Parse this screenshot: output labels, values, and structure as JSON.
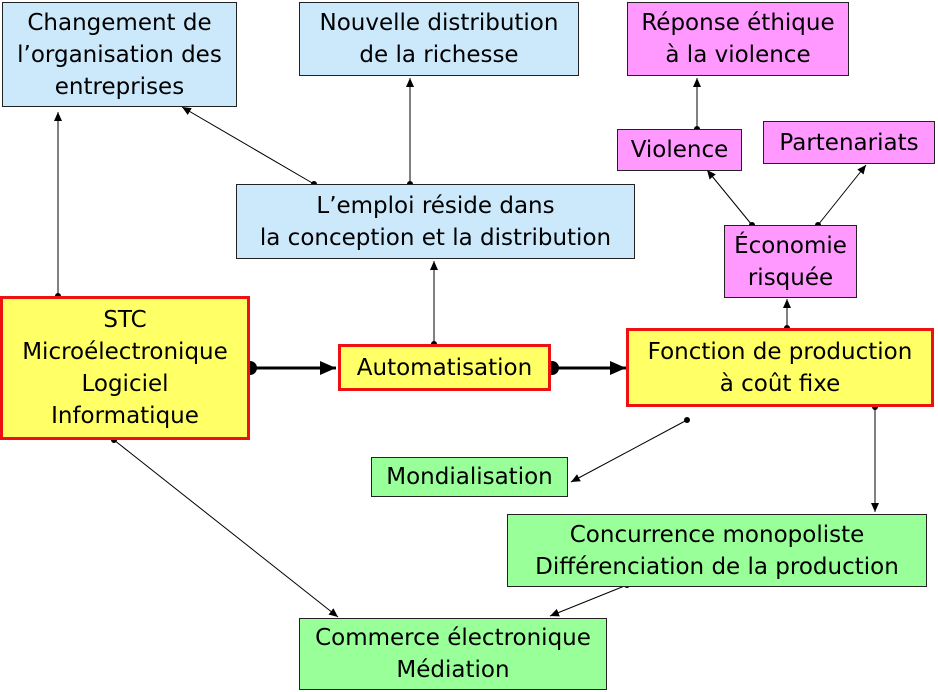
{
  "nodes": {
    "changement": {
      "lines": [
        "Changement de",
        "l’organisation des",
        "entreprises"
      ]
    },
    "nouvelle": {
      "lines": [
        "Nouvelle distribution",
        "de la richesse"
      ]
    },
    "reponse": {
      "lines": [
        "Réponse éthique",
        "à la violence"
      ]
    },
    "violence": {
      "lines": [
        "Violence"
      ]
    },
    "partenariats": {
      "lines": [
        "Partenariats"
      ]
    },
    "emploi": {
      "lines": [
        "L’emploi réside dans",
        "la conception et la distribution"
      ]
    },
    "economie": {
      "lines": [
        "Économie",
        "risquée"
      ]
    },
    "stc": {
      "lines": [
        "STC",
        "Microélectronique",
        "Logiciel",
        "Informatique"
      ]
    },
    "automatisation": {
      "lines": [
        "Automatisation"
      ]
    },
    "fonction": {
      "lines": [
        "Fonction de production",
        "à coût fixe"
      ]
    },
    "mondialisation": {
      "lines": [
        "Mondialisation"
      ]
    },
    "concurrence": {
      "lines": [
        "Concurrence monopoliste",
        "Différenciation de la production"
      ]
    },
    "commerce": {
      "lines": [
        "Commerce électronique",
        "Médiation"
      ]
    }
  },
  "colors": {
    "blue": "#cce8fb",
    "pink": "#ff99ff",
    "green": "#99ff99",
    "yellow": "#ffff66",
    "red_border": "#ee1111"
  }
}
